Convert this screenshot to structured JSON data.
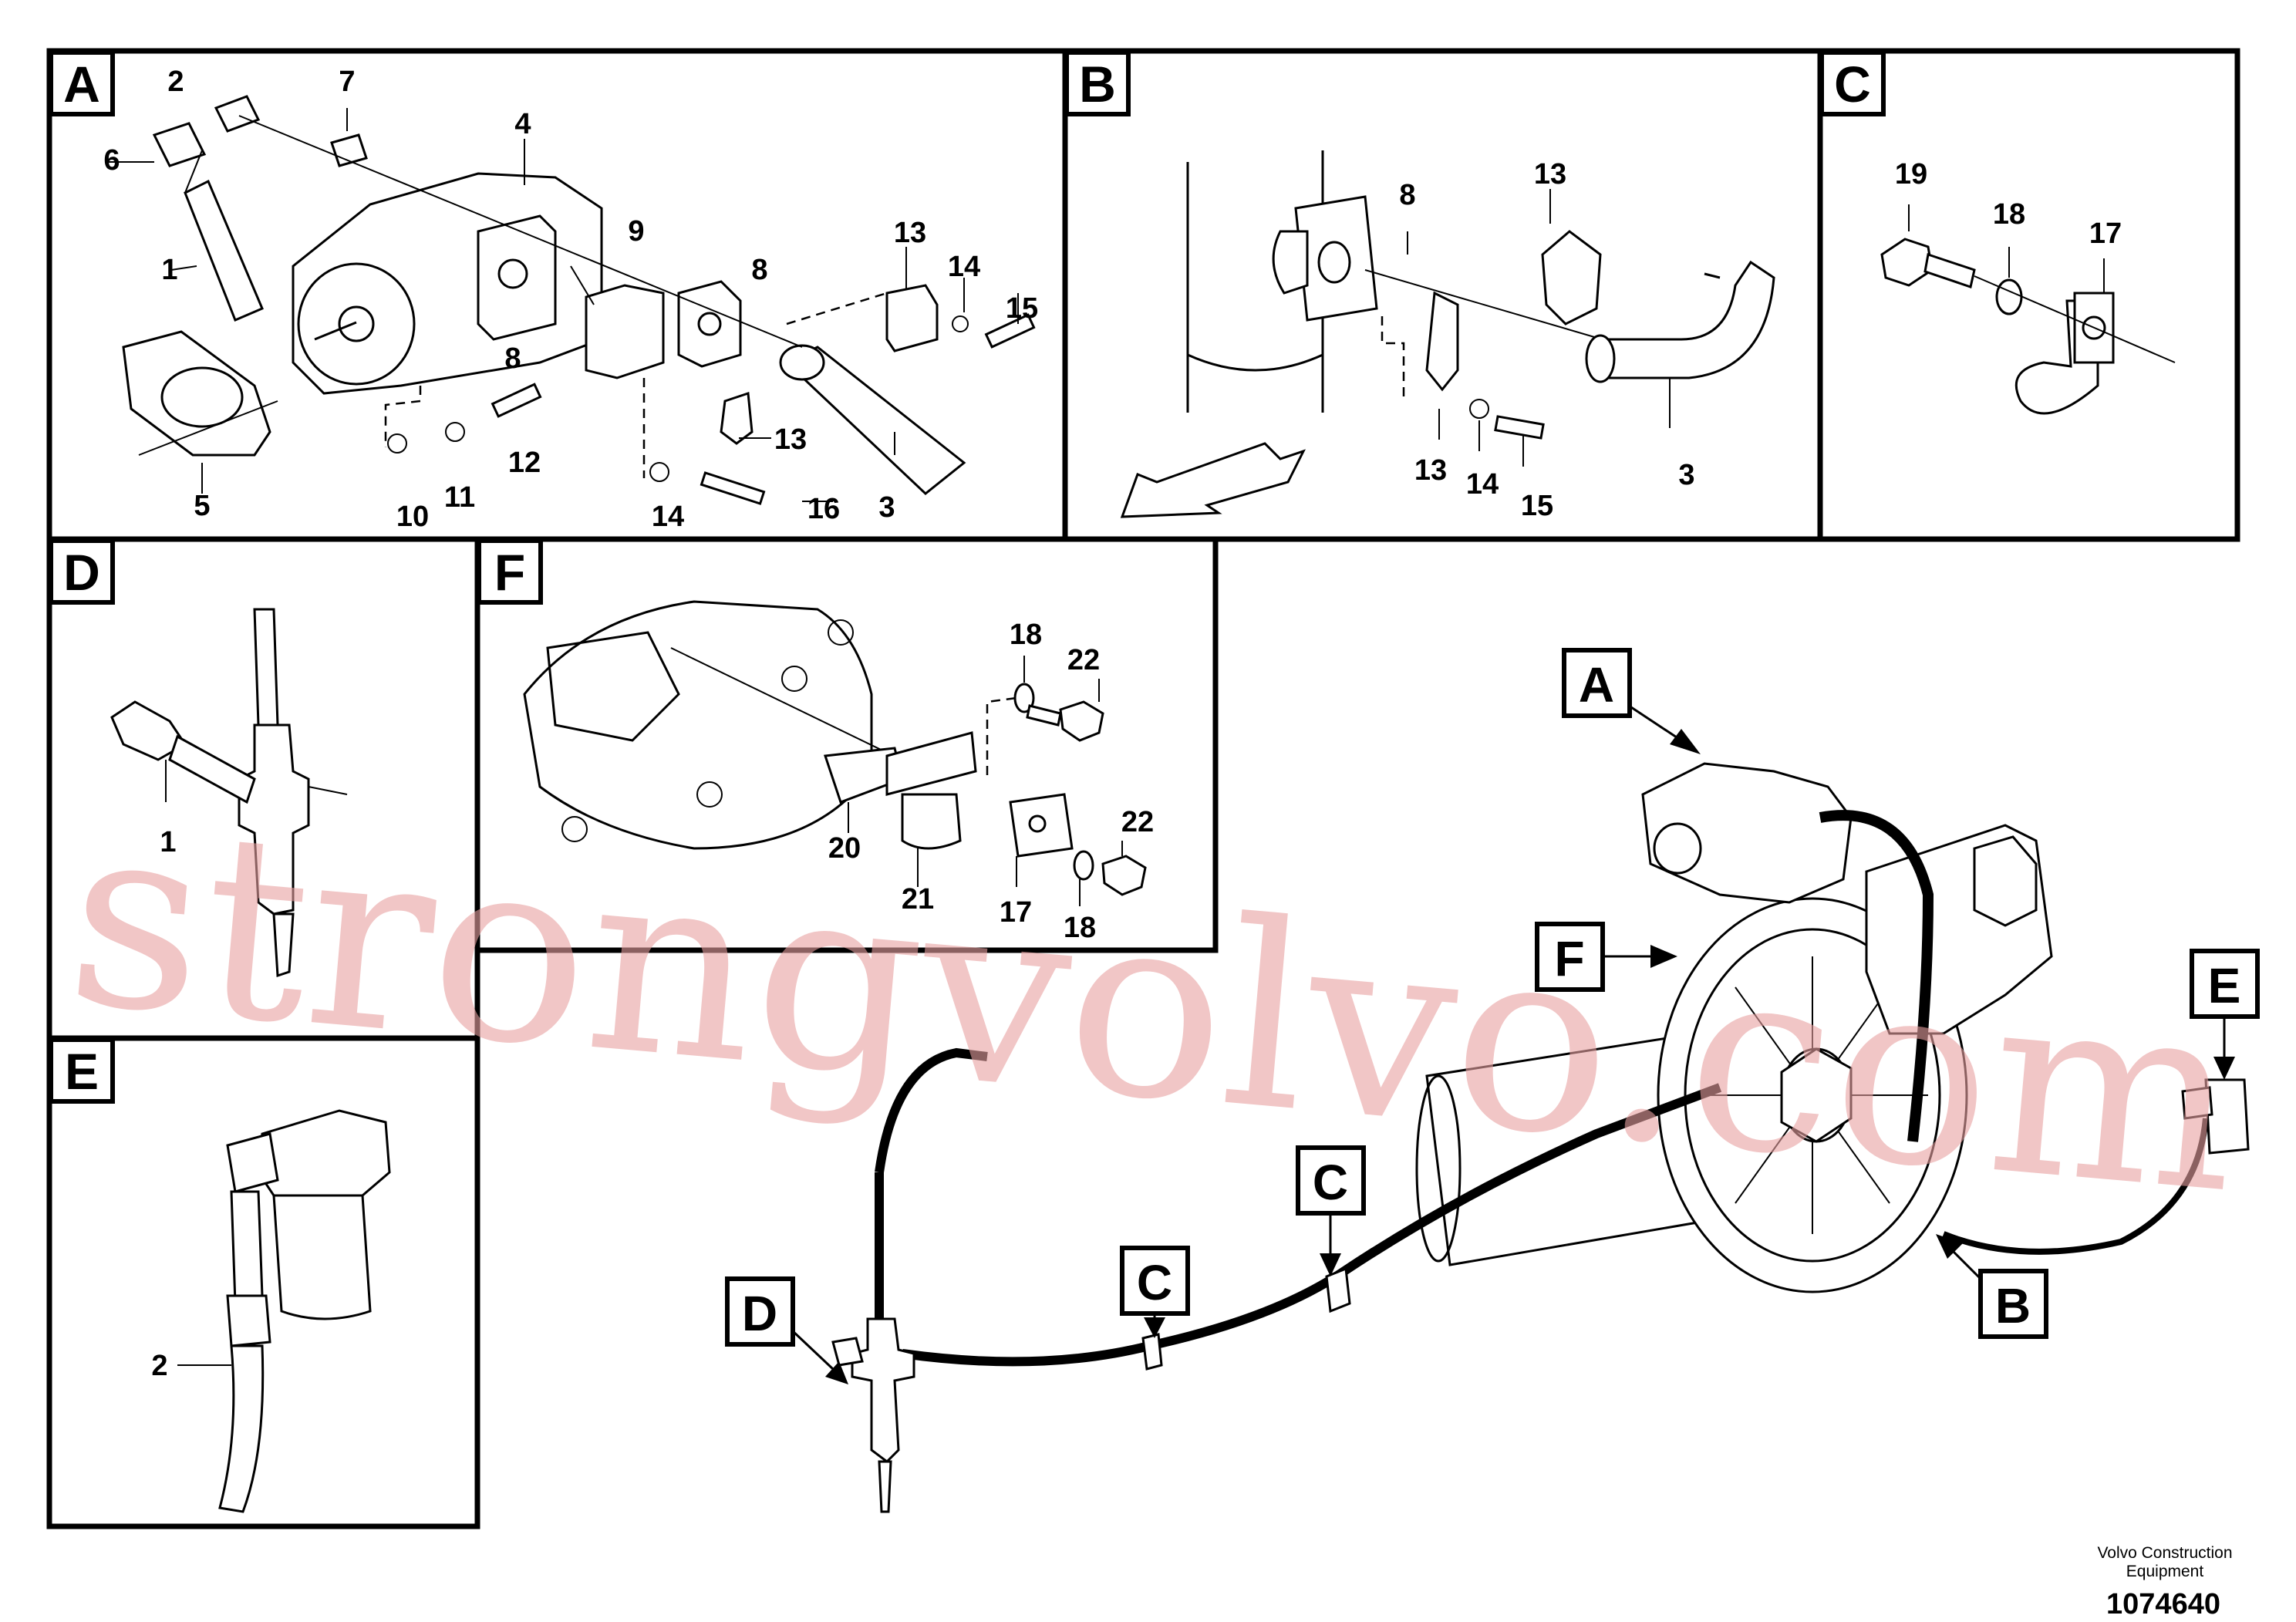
{
  "panels": {
    "A": {
      "label": "A",
      "parts": [
        "2",
        "7",
        "6",
        "4",
        "1",
        "9",
        "8",
        "13",
        "14",
        "15",
        "5",
        "10",
        "11",
        "12",
        "8",
        "13",
        "14",
        "16",
        "3"
      ]
    },
    "B": {
      "label": "B",
      "parts": [
        "8",
        "13",
        "13",
        "14",
        "15",
        "3"
      ]
    },
    "C": {
      "label": "C",
      "parts": [
        "19",
        "18",
        "17"
      ]
    },
    "D": {
      "label": "D",
      "parts": [
        "1"
      ]
    },
    "E": {
      "label": "E",
      "parts": [
        "2"
      ]
    },
    "F": {
      "label": "F",
      "parts": [
        "18",
        "22",
        "20",
        "21",
        "17",
        "18",
        "22"
      ]
    }
  },
  "overview_callouts": [
    "A",
    "F",
    "E",
    "B",
    "C",
    "C",
    "D"
  ],
  "watermark": "strongvolvo.com",
  "footer": {
    "credit_line1": "Volvo Construction",
    "credit_line2": "Equipment",
    "doc_number": "1074640"
  }
}
